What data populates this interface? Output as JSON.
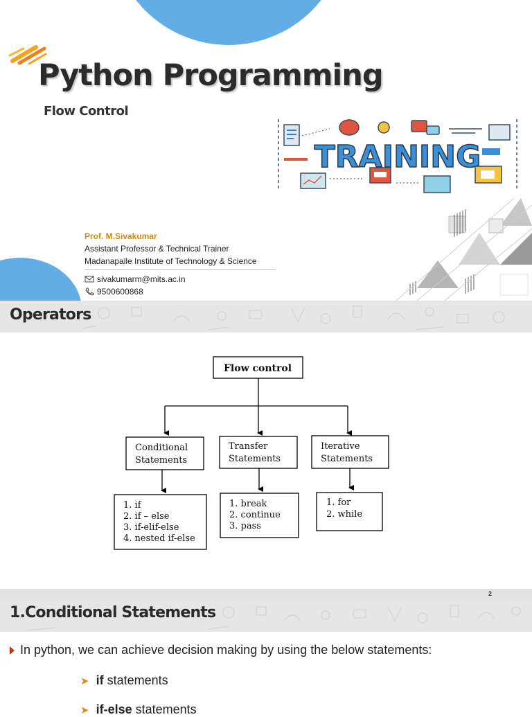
{
  "title_slide": {
    "title": "Python Programming",
    "subtitle": "Flow Control",
    "art_word": "TRAINING",
    "author": {
      "name": "Prof. M.Sivakumar",
      "role": "Assistant Professor & Technical Trainer",
      "institution": "Madanapalle Institute of Technology & Science",
      "email": "sivakumarm@mits.ac.in",
      "phone": "9500600868"
    }
  },
  "operators_slide": {
    "heading": "Operators",
    "page_number": "2",
    "diagram": {
      "root": "Flow control",
      "categories": [
        {
          "label_lines": [
            "Conditional",
            "Statements"
          ],
          "items": [
            "1. if",
            "2. if – else",
            "3. if-elif-else",
            "4. nested if-else"
          ]
        },
        {
          "label_lines": [
            "Transfer",
            "Statements"
          ],
          "items": [
            "1. break",
            "2. continue",
            "3. pass"
          ]
        },
        {
          "label_lines": [
            "Iterative",
            "Statements"
          ],
          "items": [
            "1. for",
            "2. while"
          ]
        }
      ]
    }
  },
  "conditional_slide": {
    "heading": "1.Conditional Statements",
    "bullet": "In python, we can achieve decision making by using the below statements:",
    "sub_bullets": [
      {
        "keyword": "if",
        "rest": " statements"
      },
      {
        "keyword": "if-else",
        "rest": " statements"
      }
    ]
  },
  "colors": {
    "accent_blue": "#63ade6",
    "author_orange": "#d48a0c",
    "bullet_red": "#b5371f",
    "arrow_orange": "#e08a1e"
  }
}
